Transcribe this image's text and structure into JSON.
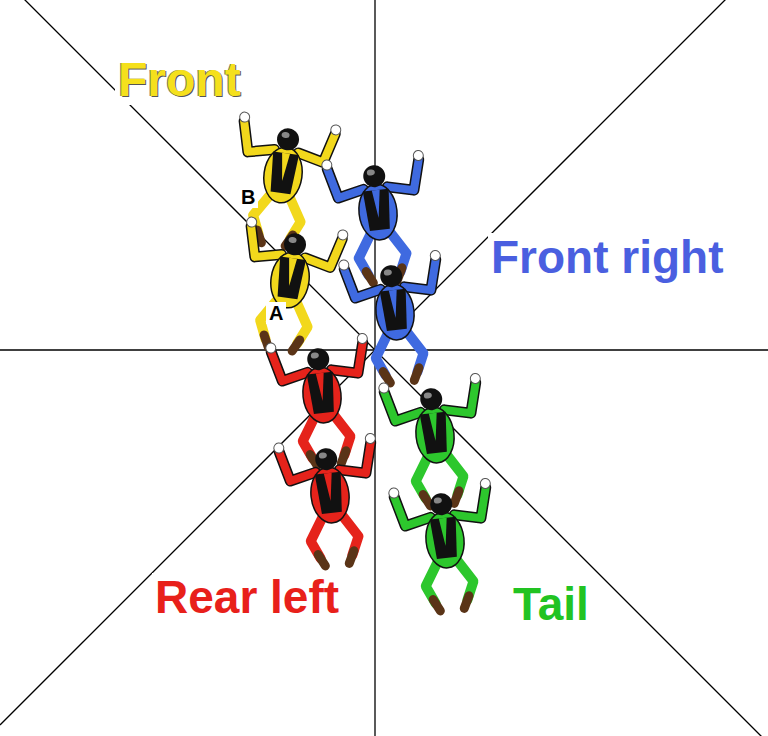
{
  "diagram": {
    "labels": [
      "Front",
      "B",
      "A",
      "Front right",
      "Rear left",
      "Tail"
    ]
  }
}
